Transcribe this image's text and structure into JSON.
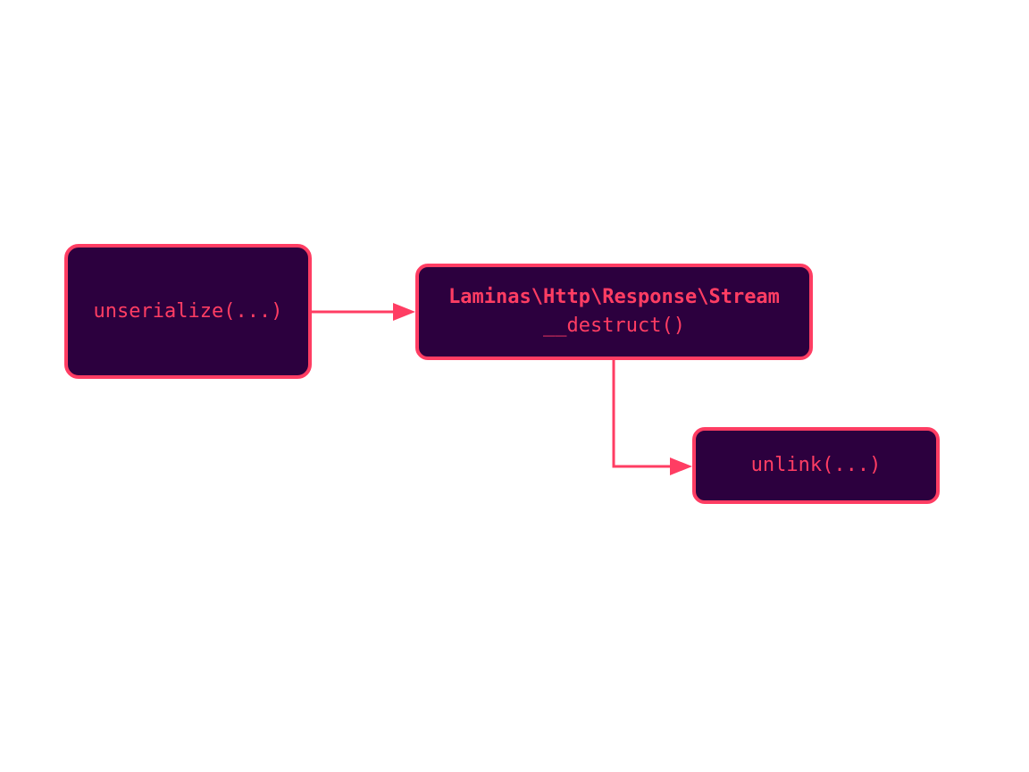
{
  "colors": {
    "node_fill": "#2c003e",
    "node_border": "#ff3d63",
    "node_text": "#ff3d63",
    "edge": "#ff3d63",
    "background": "#ffffff"
  },
  "nodes": {
    "unserialize": {
      "label": "unserialize(...)"
    },
    "stream": {
      "class_name": "Laminas\\Http\\Response\\Stream",
      "method": "__destruct()"
    },
    "unlink": {
      "label": "unlink(...)"
    }
  },
  "edges": [
    {
      "from": "unserialize",
      "to": "stream"
    },
    {
      "from": "stream",
      "to": "unlink"
    }
  ]
}
